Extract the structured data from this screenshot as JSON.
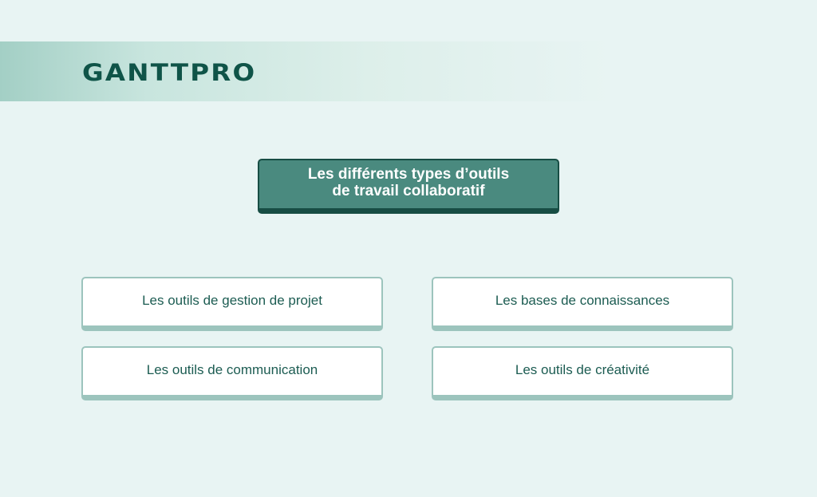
{
  "brand": {
    "logo_text": "GANTTPRO"
  },
  "diagram": {
    "central_topic": {
      "line1": "Les différents types d’outils",
      "line2": "de travail collaboratif"
    },
    "categories": [
      "Les outils de gestion de projet",
      "Les bases de connaissances",
      "Les outils de communication",
      "Les outils de créativité"
    ]
  },
  "colors": {
    "background": "#e8f4f3",
    "brand_green": "#0f5448",
    "central_fill": "#4a8a7f",
    "central_border": "#174d44",
    "card_border": "#9cc4bd",
    "card_text": "#1c5c52"
  }
}
